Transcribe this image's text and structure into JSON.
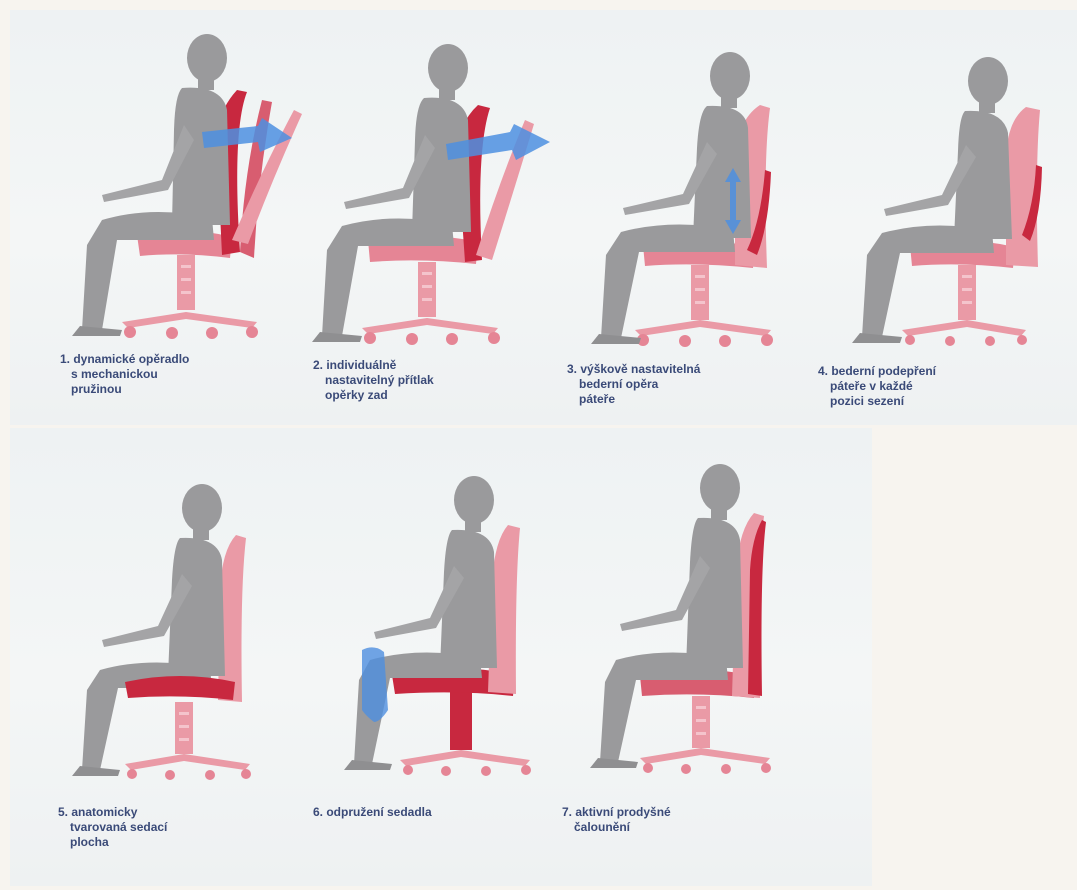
{
  "colors": {
    "person": "#9a9a9c",
    "person_outline": "#c4c4c6",
    "chair_light": "#ea9aa6",
    "chair_mid": "#d85d70",
    "chair_dark": "#c8283f",
    "arrow_blue": "#4d8fe0"
  },
  "features": [
    {
      "id": 1,
      "lines": [
        "1. dynamické opěradlo",
        "s mechanickou",
        "pružinou"
      ]
    },
    {
      "id": 2,
      "lines": [
        "2. individuálně",
        "nastavitelný přítlak",
        "opěrky zad"
      ]
    },
    {
      "id": 3,
      "lines": [
        "3. výškově nastavitelná",
        "bederní opěra",
        "páteře"
      ]
    },
    {
      "id": 4,
      "lines": [
        "4. bederní podepření",
        "páteře v každé",
        "pozici sezení"
      ]
    },
    {
      "id": 5,
      "lines": [
        "5. anatomicky",
        "tvarovaná sedací",
        "plocha"
      ]
    },
    {
      "id": 6,
      "lines": [
        "6. odpružení sedadla"
      ]
    },
    {
      "id": 7,
      "lines": [
        "7. aktivní prodyšné",
        "čalounění"
      ]
    }
  ]
}
